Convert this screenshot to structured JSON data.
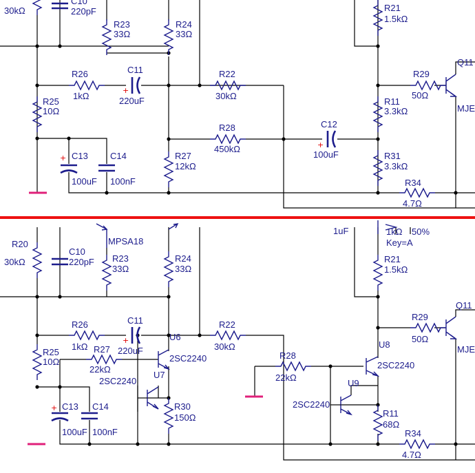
{
  "colors": {
    "wire": "#000000",
    "component": "#1c1c8c",
    "ground": "#e0207a",
    "divider": "#ee1111",
    "polarity": "#e00000"
  },
  "top": {
    "labels": {
      "r_30k_top": "30kΩ",
      "c10": "C10",
      "c10_v": "220pF",
      "r23": "R23",
      "r23_v": "33Ω",
      "r24": "R24",
      "r24_v": "33Ω",
      "r26": "R26",
      "r26_v": "1kΩ",
      "c11": "C11",
      "c11_v": "220uF",
      "r22": "R22",
      "r22_v": "30kΩ",
      "r25": "R25",
      "r25_v": "10Ω",
      "r28": "R28",
      "r28_v": "450kΩ",
      "c13": "C13",
      "c13_v": "100uF",
      "c14": "C14",
      "c14_v": "100nF",
      "r27": "R27",
      "r27_v": "12kΩ",
      "c12": "C12",
      "c12_v": "100uF",
      "r21": "R21",
      "r21_v": "1.5kΩ",
      "r11": "R11",
      "r11_v": "3.3kΩ",
      "r31": "R31",
      "r31_v": "3.3kΩ",
      "r29": "R29",
      "r29_v": "50Ω",
      "q11": "Q11",
      "mje": "MJE",
      "r34": "R34",
      "r34_v": "4.7Ω"
    }
  },
  "bottom": {
    "labels": {
      "r20": "R20",
      "r20_v": "30kΩ",
      "c10": "C10",
      "c10_v": "220pF",
      "mpsa": "MPSA18",
      "r23": "R23",
      "r23_v": "33Ω",
      "r24": "R24",
      "r24_v": "33Ω",
      "cap1uf": "1uF",
      "pot_v": "1kΩ",
      "pot_pct": "50%",
      "key": "Key=A",
      "r21": "R21",
      "r21_v": "1.5kΩ",
      "r26": "R26",
      "r26_v": "1kΩ",
      "c11": "C11",
      "c11_v": "220uF",
      "u6": "U6",
      "r22": "R22",
      "r22_v": "30kΩ",
      "q11": "Q11",
      "r29": "R29",
      "r29_v": "50Ω",
      "mje": "MJE",
      "r25": "R25",
      "r25_v": "10Ω",
      "r27": "R27",
      "r27_v": "22kΩ",
      "sc_u6": "2SC2240",
      "u7": "U7",
      "sc_u7": "2SC2240",
      "r28": "R28",
      "r28_v": "22kΩ",
      "u8": "U8",
      "sc_u8": "2SC2240",
      "u9": "U9",
      "sc_u9": "2SC2240",
      "c13": "C13",
      "c13_v": "100uF",
      "c14": "C14",
      "c14_v": "100nF",
      "r30": "R30",
      "r30_v": "150Ω",
      "r11": "R11",
      "r11_v": "68Ω",
      "r34": "R34",
      "r34_v": "4.7Ω"
    }
  }
}
